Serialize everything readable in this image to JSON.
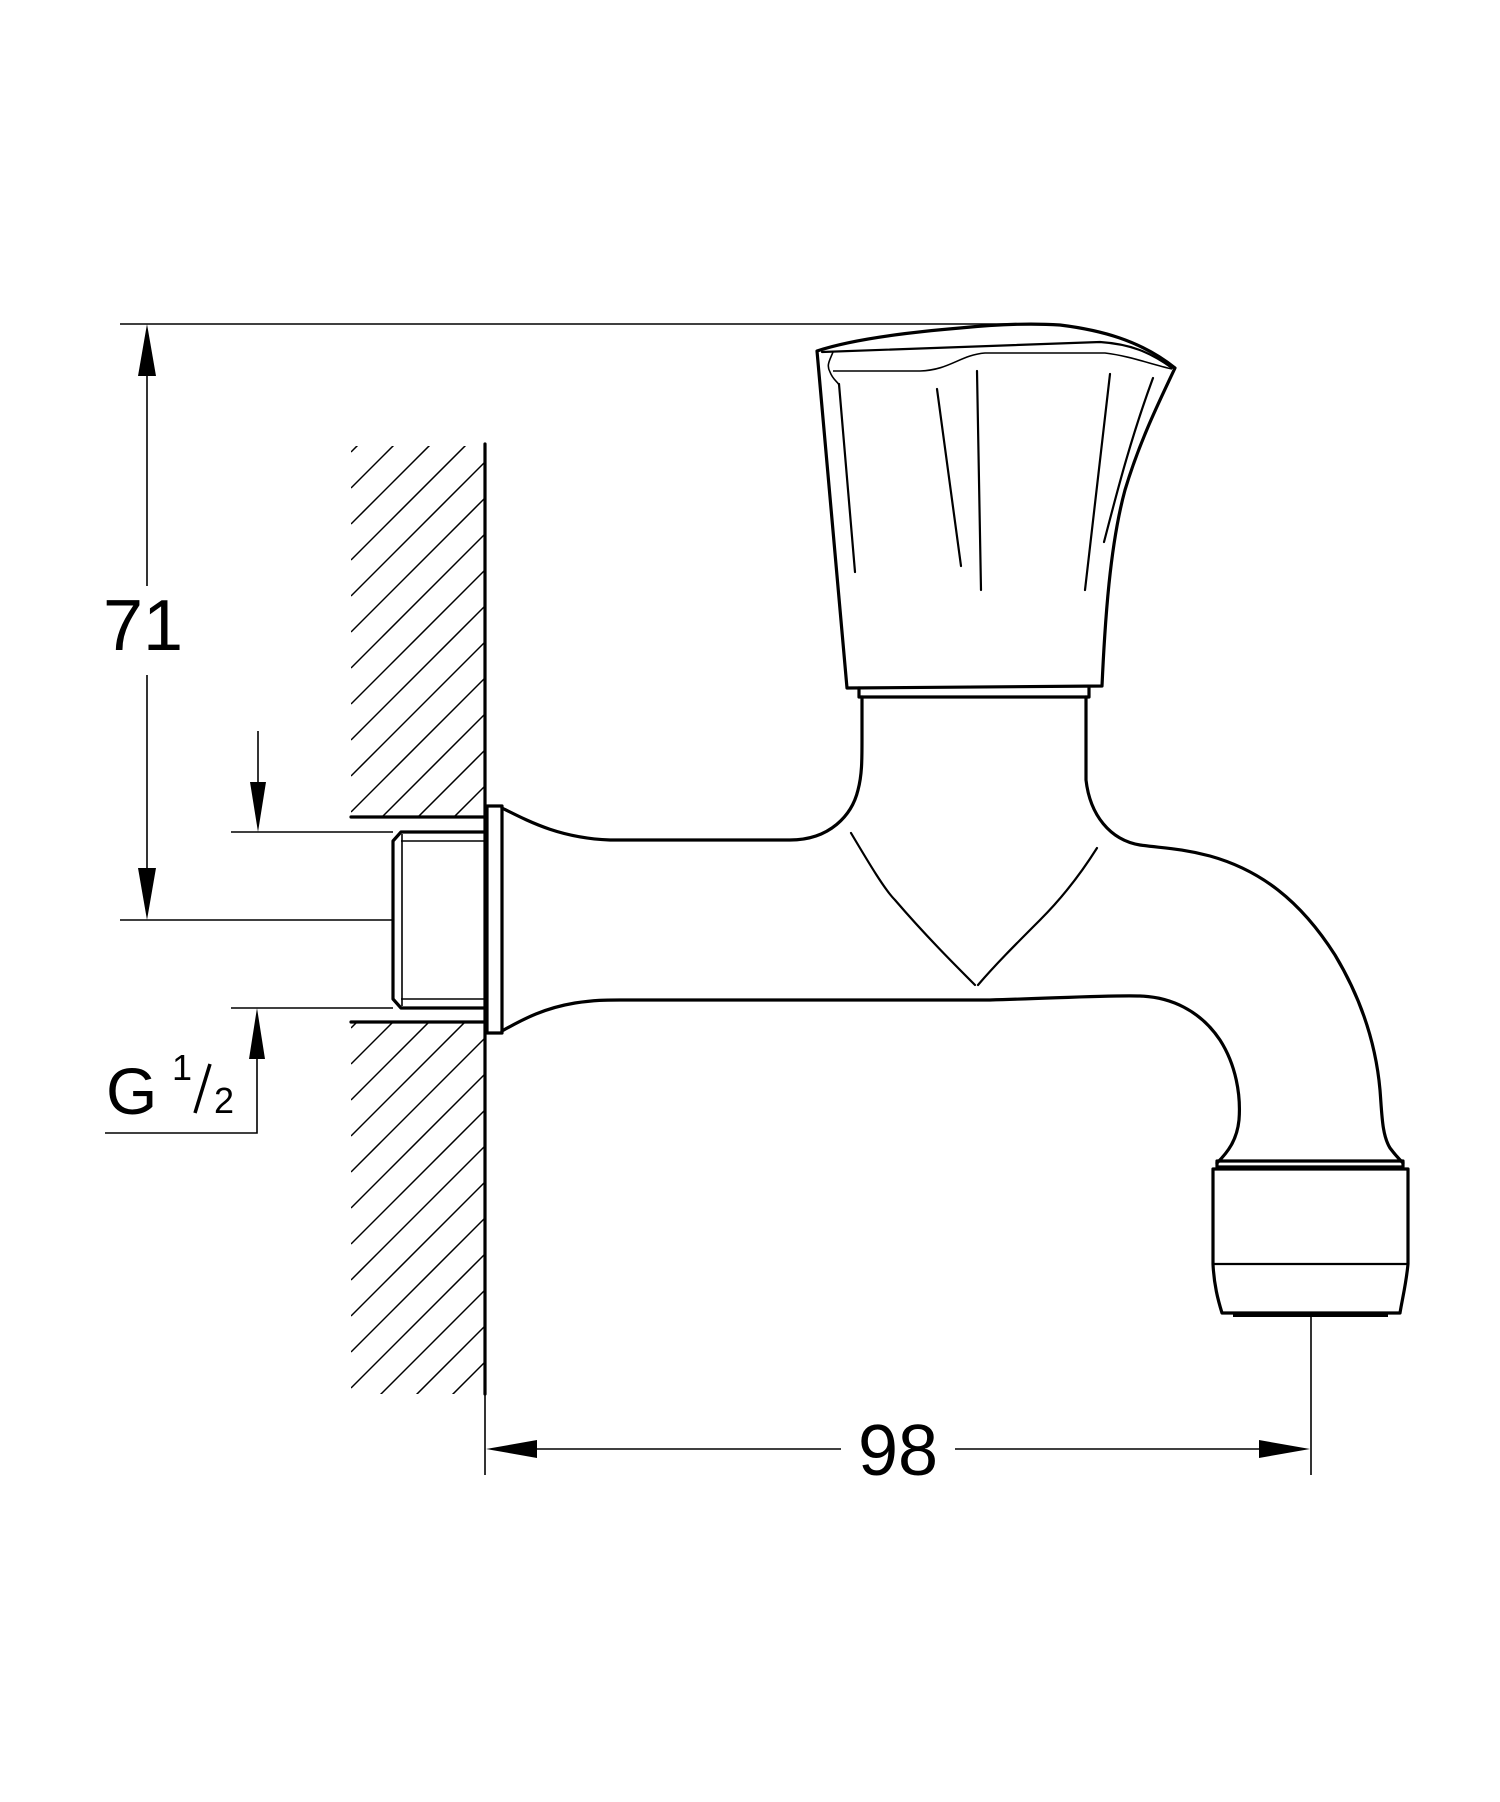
{
  "drawing": {
    "subject": "wall-mounted bib tap (side view technical drawing)",
    "line_color": "#000000",
    "background_color": "#ffffff"
  },
  "dimensions": {
    "height": {
      "value": "71",
      "direction": "vertical",
      "from": "top of handle",
      "to": "outlet center line"
    },
    "projection": {
      "value": "98",
      "direction": "horizontal",
      "from": "wall face",
      "to": "outlet center"
    },
    "thread": {
      "prefix": "G",
      "numerator": "1",
      "denominator": "2",
      "label": "G 1/2"
    }
  }
}
